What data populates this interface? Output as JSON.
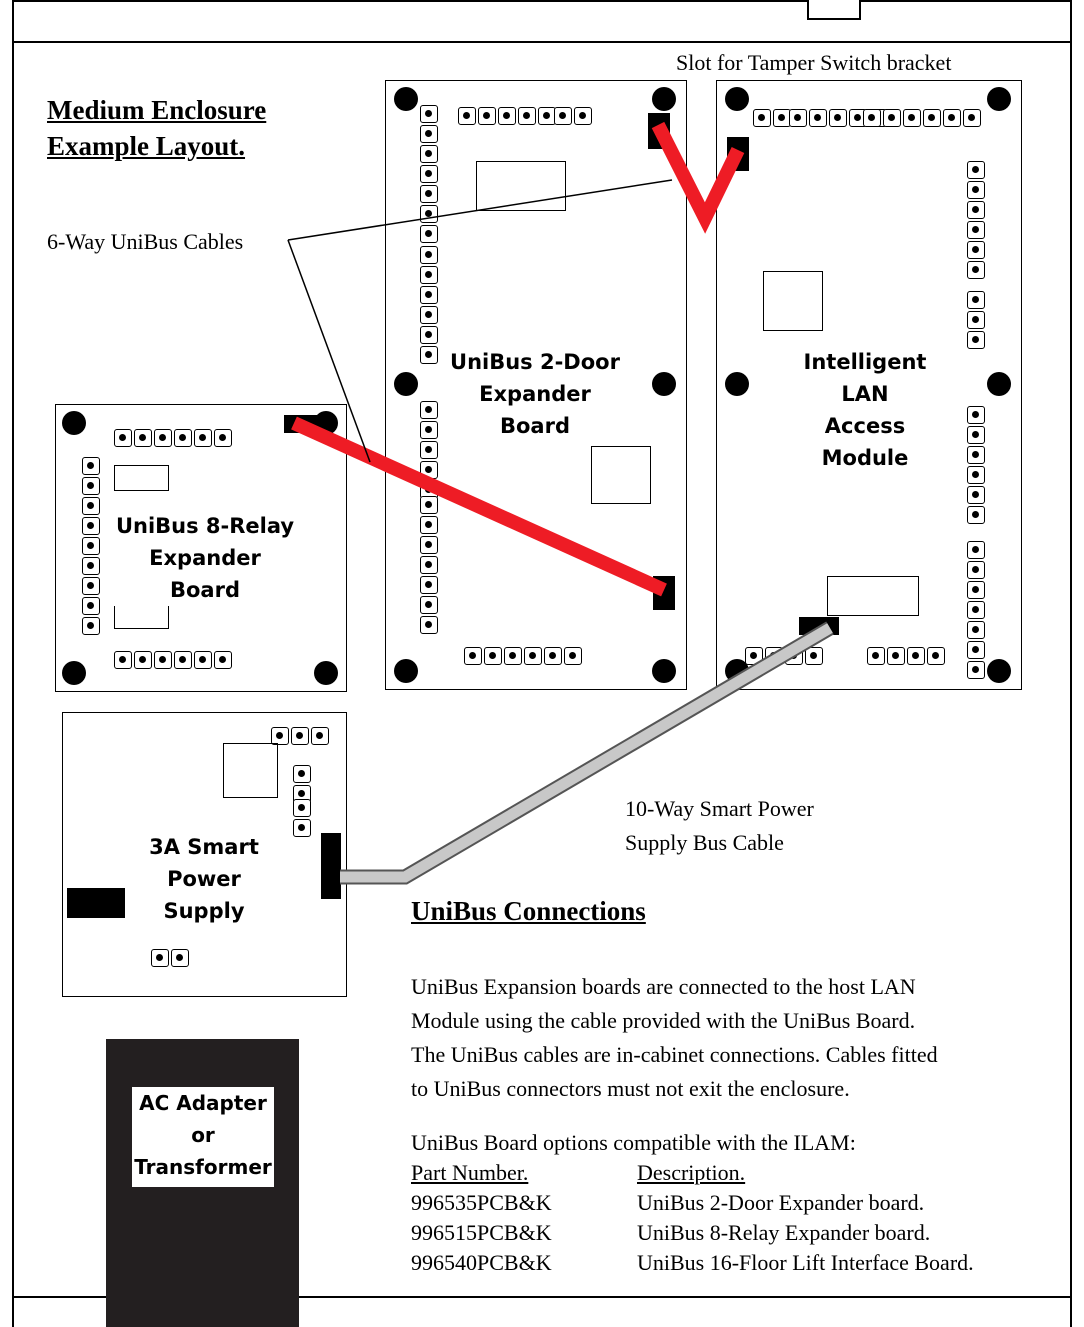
{
  "title_lines": [
    "Medium Enclosure",
    "Example Layout."
  ],
  "callouts": {
    "tamper_slot": "Slot for Tamper Switch bracket",
    "unibus_cables": "6-Way UniBus Cables",
    "smart_power_cable_line1": "10-Way Smart Power",
    "smart_power_cable_line2": "Supply Bus Cable"
  },
  "boards": {
    "two_door": {
      "line1": "UniBus 2-Door",
      "line2": "Expander Board"
    },
    "ilam": {
      "line1": "Intelligent LAN",
      "line2": "Access Module"
    },
    "eight_relay": {
      "line1": "UniBus 8-Relay",
      "line2": "Expander Board"
    },
    "psu": {
      "line1": "3A Smart",
      "line2": "Power Supply"
    },
    "ac": {
      "line1": "AC Adapter",
      "line2": "or",
      "line3": "Transformer"
    }
  },
  "section": {
    "heading": "UniBus Connections",
    "paragraph_lines": [
      "UniBus Expansion boards are connected to the host LAN",
      "Module using the cable provided with the UniBus Board.",
      "The UniBus cables are in-cabinet connections.  Cables fitted",
      "to UniBus connectors must not exit the enclosure."
    ],
    "options_intro": "UniBus Board options compatible with the ILAM:",
    "table_headers": {
      "part": "Part Number.",
      "desc": "Description."
    },
    "rows": [
      {
        "part": "996535PCB&K",
        "desc": "UniBus 2-Door Expander board."
      },
      {
        "part": "996515PCB&K",
        "desc": "UniBus 8-Relay Expander board."
      },
      {
        "part": "996540PCB&K",
        "desc": "UniBus 16-Floor Lift Interface Board."
      }
    ]
  },
  "colors": {
    "unibus_cable": "#ee1c25",
    "smart_power_cable": "#c8c8c8",
    "ac_block": "#231f20"
  }
}
